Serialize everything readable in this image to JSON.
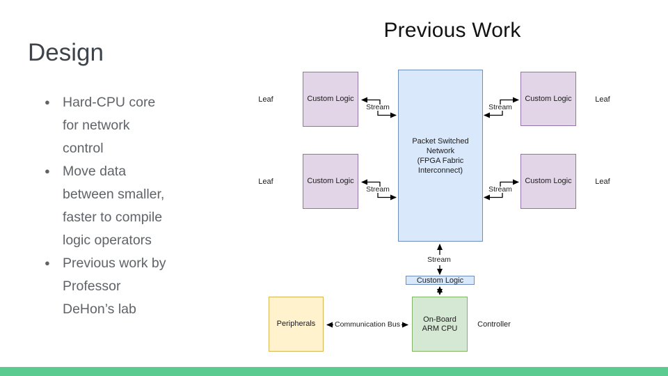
{
  "slide": {
    "title": "Design",
    "bullets": [
      "Hard-CPU core\nfor network\ncontrol",
      "Move data\nbetween smaller,\nfaster to compile\nlogic operators",
      "Previous work by\nProfessor\nDeHon’s lab"
    ],
    "bullet_glyph": "●"
  },
  "diagram": {
    "title": "Previous Work",
    "leaf_node_label": "Custom Logic",
    "leaf_label": "Leaf",
    "stream_label": "Stream",
    "network_label": "Packet Switched\nNetwork\n(FPGA Fabric\nInterconnect)",
    "bridge_label": "Custom Logic",
    "cpu_label": "On-Board\nARM CPU",
    "peripherals_label": "Peripherals",
    "bus_label": "Communication Bus",
    "controller_label": "Controller"
  },
  "theme_colors": {
    "accent-bar": "#5BCB90",
    "purple-fill": "#E1D5E7",
    "purple-stroke": "#9673A6",
    "blue-fill": "#DAE8FC",
    "blue-stroke": "#6C8EBF",
    "green-fill": "#D5E8D4",
    "green-stroke": "#82B366",
    "yellow-fill": "#FFF2CC",
    "yellow-stroke": "#D6B656"
  }
}
